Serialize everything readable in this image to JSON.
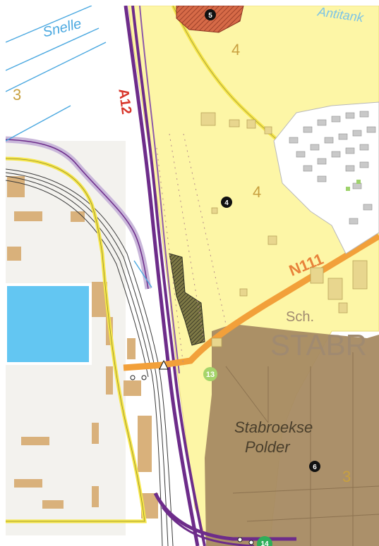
{
  "map": {
    "labels": {
      "snelle": "Snelle",
      "antitank": "Antitank",
      "road_a12": "A12",
      "road_n111": "N111",
      "sch": "Sch.",
      "stabr": "STABR",
      "polder_line1": "Stabroekse",
      "polder_line2": "Polder",
      "zone_4_top": "4",
      "zone_4_mid": "4",
      "zone_3_left": "3",
      "zone_3_bottom": "3"
    },
    "markers": {
      "m5": "5",
      "m4": "4",
      "m13": "13",
      "m6": "6",
      "m14": "14"
    },
    "colors": {
      "background": "#ffffff",
      "zone_yellow": "#fdf6a6",
      "zone_brown": "#a68a62",
      "motorway_purple": "#6d2c8a",
      "road_orange": "#f2a03a",
      "road_yellow": "#f6e64a",
      "water_blue": "#63c6f2",
      "building_tan": "#d9b17b",
      "red_label": "#d8352a",
      "zone_label": "#c8a040"
    },
    "icons": [
      "circle-marker-icon",
      "green-circle-marker-icon",
      "triangle-icon",
      "hatched-area-icon"
    ]
  }
}
